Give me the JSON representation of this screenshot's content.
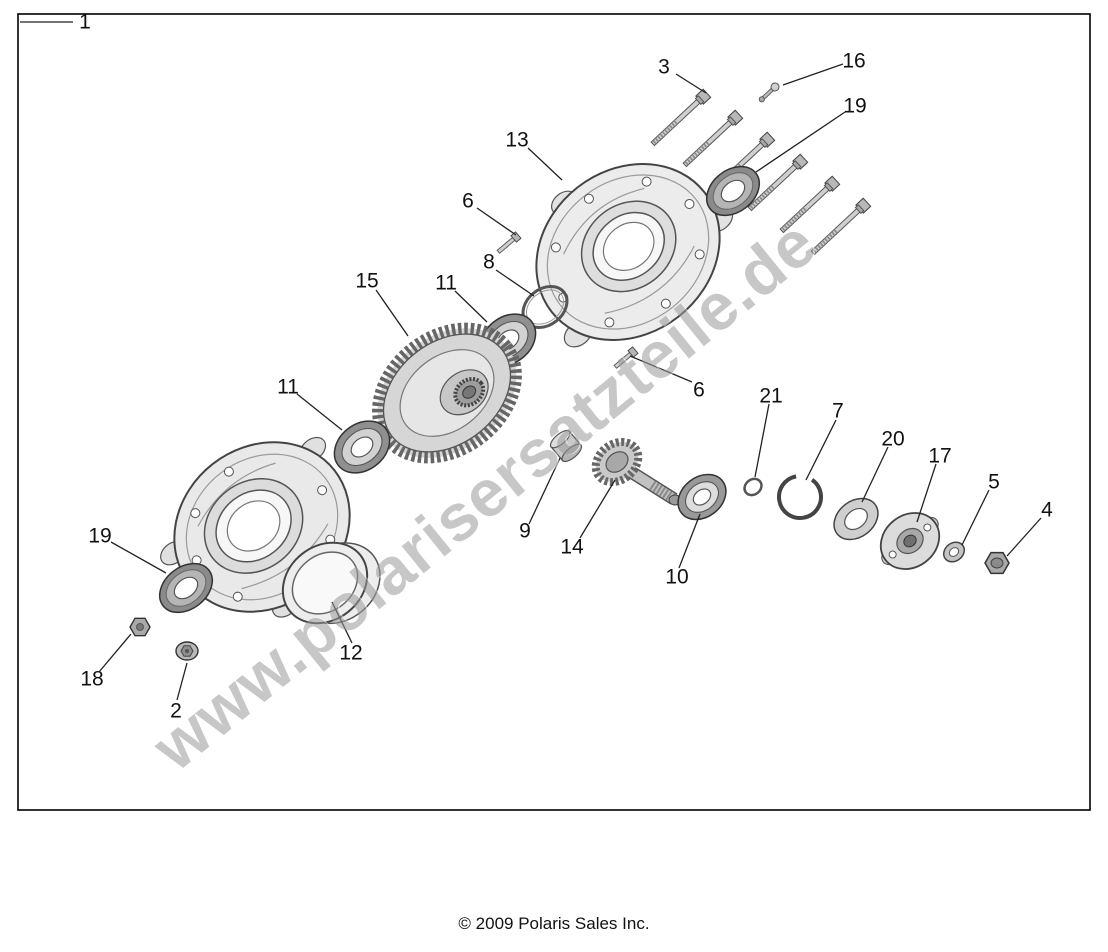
{
  "figure": {
    "type": "exploded-parts-diagram"
  },
  "colors": {
    "background": "#ffffff",
    "line": "#222222",
    "watermark": "#9a9a9a"
  },
  "callouts": {
    "n1": "1",
    "n2": "2",
    "n3": "3",
    "n4": "4",
    "n5": "5",
    "n6a": "6",
    "n6b": "6",
    "n7": "7",
    "n8": "8",
    "n9": "9",
    "n10": "10",
    "n11a": "11",
    "n11b": "11",
    "n12": "12",
    "n13": "13",
    "n14": "14",
    "n15": "15",
    "n16": "16",
    "n17": "17",
    "n18": "18",
    "n19a": "19",
    "n19b": "19",
    "n20": "20",
    "n21": "21"
  },
  "watermark": {
    "text": "www.polarisersatzteile.de"
  },
  "footer": {
    "copyright": "© 2009 Polaris Sales Inc."
  }
}
